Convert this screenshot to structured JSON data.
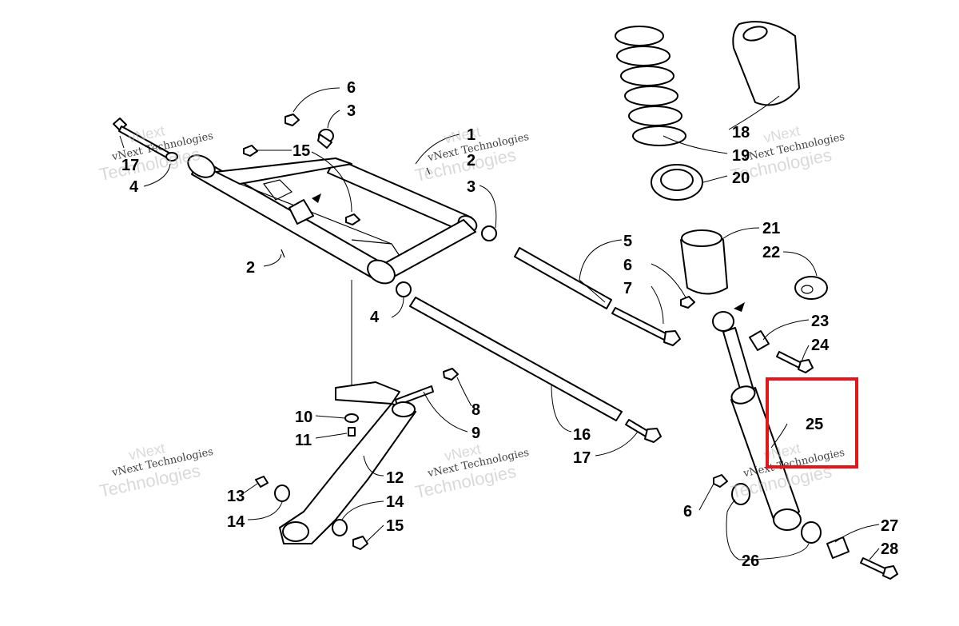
{
  "callouts": {
    "c1": "1",
    "c2a": "2",
    "c2b": "2",
    "c3a": "3",
    "c3b": "3",
    "c4a": "4",
    "c4b": "4",
    "c5": "5",
    "c6a": "6",
    "c6b": "6",
    "c6c": "6",
    "c7": "7",
    "c8": "8",
    "c9": "9",
    "c10": "10",
    "c11": "11",
    "c12": "12",
    "c13": "13",
    "c14a": "14",
    "c14b": "14",
    "c15a": "15",
    "c15b": "15",
    "c16": "16",
    "c17a": "17",
    "c17b": "17",
    "c18": "18",
    "c19": "19",
    "c20": "20",
    "c21": "21",
    "c22": "22",
    "c23": "23",
    "c24": "24",
    "c25": "25",
    "c26": "26",
    "c27": "27",
    "c28": "28"
  },
  "watermark": {
    "line1": "vNext Technologies",
    "line2": "vNext",
    "line3": "Technologies"
  },
  "highlight": {
    "color": "#e3161c",
    "target": "25"
  }
}
